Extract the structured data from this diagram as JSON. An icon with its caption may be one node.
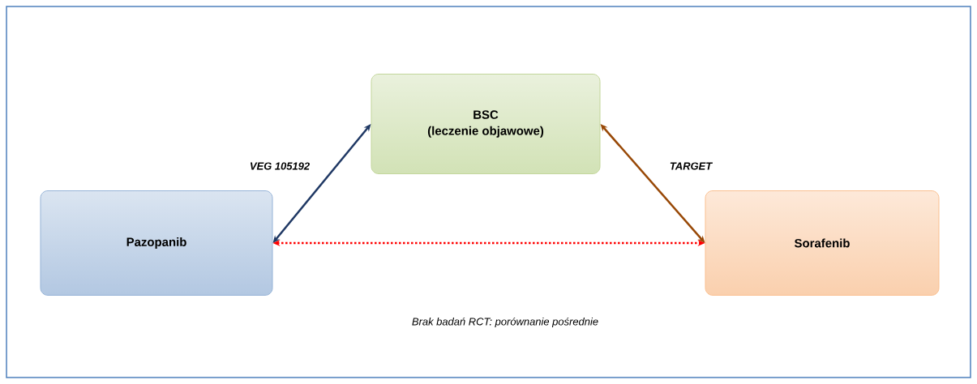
{
  "diagram": {
    "nodes": [
      {
        "text": [
          "BSC",
          "(leczenie objawowe)"
        ]
      },
      {
        "text": [
          "Pazopanib"
        ]
      },
      {
        "text": [
          "Sorafenib"
        ]
      }
    ],
    "edges": [
      {
        "from": 1,
        "to": 0,
        "arrow": "both",
        "label": "VEG 105192",
        "color": "#1f3864"
      },
      {
        "from": 0,
        "to": 2,
        "arrow": "both",
        "label": "TARGET",
        "color": "#984806"
      },
      {
        "from": 1,
        "to": 2,
        "arrow": "both",
        "style": "dashed",
        "color": "#ff0000"
      }
    ],
    "labels": [
      "Brak badań RCT: porównanie pośrednie"
    ]
  }
}
